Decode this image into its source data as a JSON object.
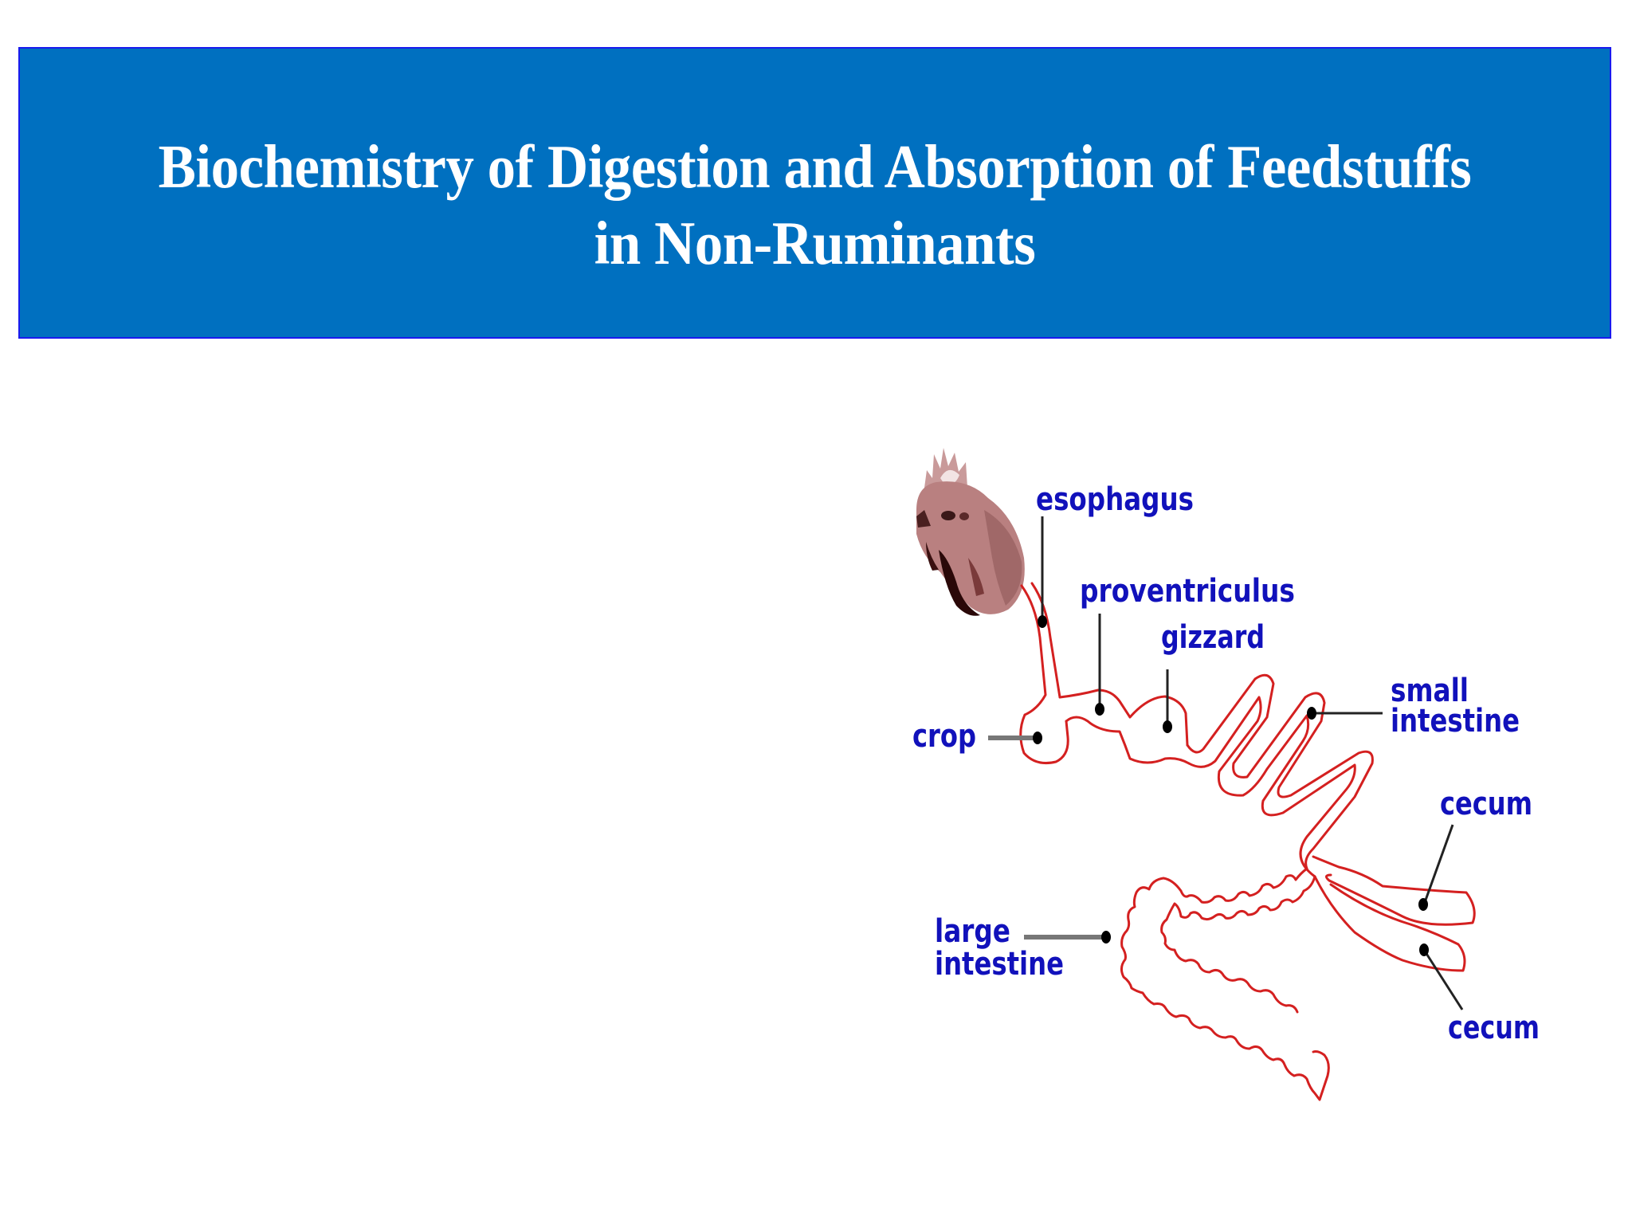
{
  "slide": {
    "title_lines": [
      "Biochemistry of Digestion and Absorption of Feedstuffs",
      "in Non-Ruminants"
    ],
    "colors": {
      "title_background": "#0070c0",
      "title_border": "#1a1aee",
      "title_text": "#ffffff",
      "label_text": "#1111bb",
      "tract_outline": "#d42020",
      "pointer_dot": "#000000",
      "pointer_line": "#222222",
      "pointer_bar": "#777777",
      "rooster_head": "#b98080"
    }
  },
  "diagram": {
    "subject": "chicken digestive tract",
    "labels": {
      "esophagus": "esophagus",
      "proventriculus": "proventriculus",
      "gizzard": "gizzard",
      "crop": "crop",
      "small_intestine_line1": "small",
      "small_intestine_line2": "intestine",
      "cecum_top": "cecum",
      "cecum_bottom": "cecum",
      "large_intestine_line1": "large",
      "large_intestine_line2": "intestine"
    }
  }
}
